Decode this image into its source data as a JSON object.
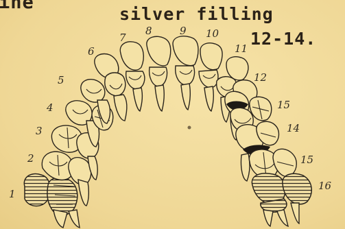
{
  "caption": {
    "partial_word": "ine",
    "line1": "silver filling",
    "line2": "12-14."
  },
  "tooth_numbers": {
    "n1": "1",
    "n2": "2",
    "n3": "3",
    "n4": "4",
    "n5": "5",
    "n6": "6",
    "n7": "7",
    "n8": "8",
    "n9": "9",
    "n10": "10",
    "n11": "11",
    "n12": "12",
    "n13": "15",
    "n14": "14",
    "n15": "15",
    "n16": "16"
  },
  "colors": {
    "paper": "#f2dd9f",
    "ink": "#2a241c",
    "filling": "#1e1a15"
  }
}
